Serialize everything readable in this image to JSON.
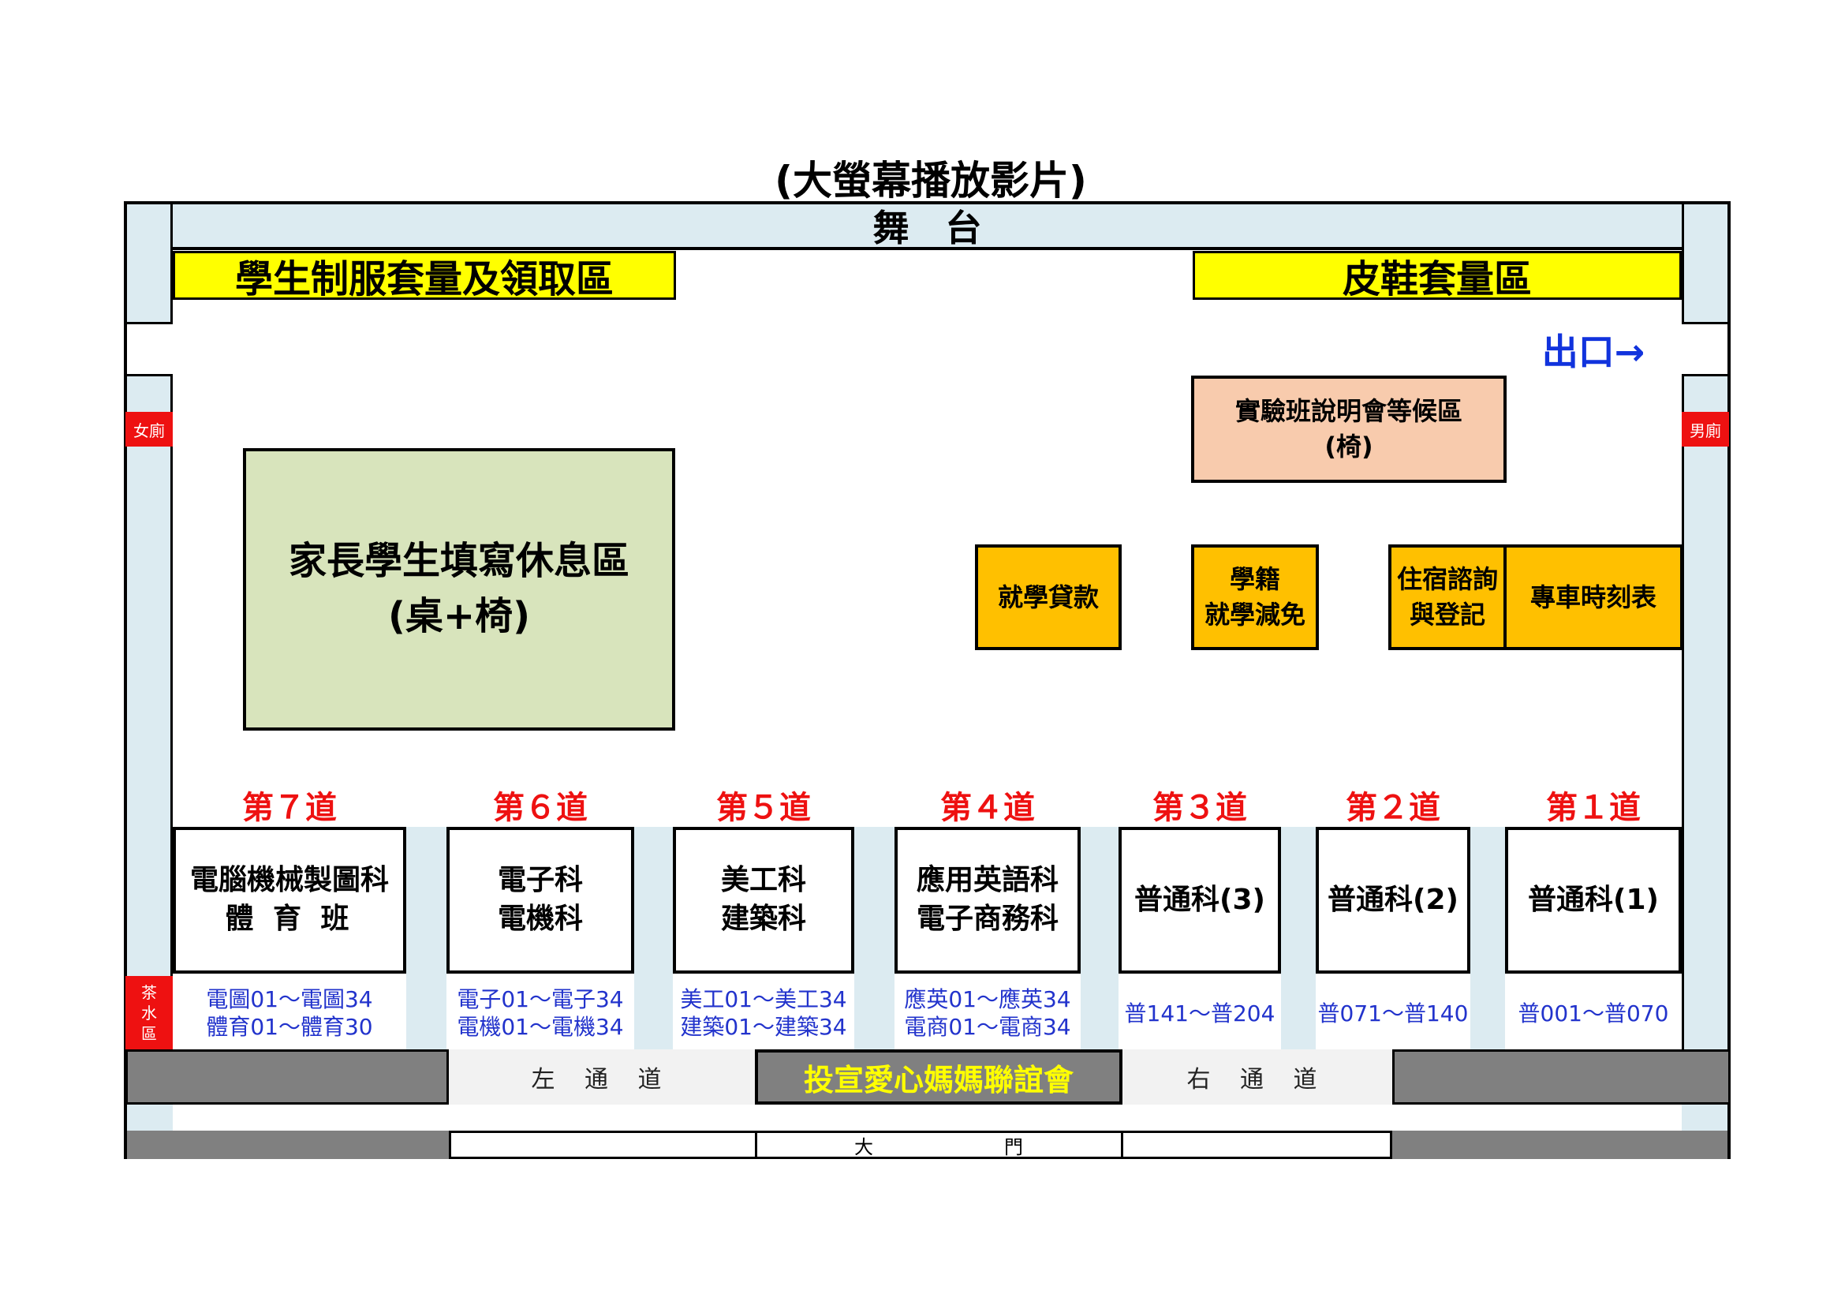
{
  "screen_title": "(大螢幕播放影片)",
  "stage": "舞　台",
  "uniform_area": "學生制服套量及領取區",
  "shoe_area": "皮鞋套量區",
  "exit": "出口→",
  "female_restroom": "女廁",
  "male_restroom": "男廁",
  "waiting_area": {
    "line1": "實驗班說明會等候區",
    "line2": "(椅)"
  },
  "rest_area": {
    "line1": "家長學生填寫休息區",
    "line2": "(桌+椅)"
  },
  "services": {
    "loan": "就學貸款",
    "status_line1": "學籍",
    "status_line2": "就學減免",
    "dorm_line1": "住宿諮詢",
    "dorm_line2": "與登記",
    "bus": "專車時刻表"
  },
  "lanes": [
    {
      "label": "第７道",
      "dept1": "電腦機械製圖科",
      "dept2": "體 育 班",
      "range1": "電圖01～電圖34",
      "range2": "體育01～體育30"
    },
    {
      "label": "第６道",
      "dept1": "電子科",
      "dept2": "電機科",
      "range1": "電子01～電子34",
      "range2": "電機01～電機34"
    },
    {
      "label": "第５道",
      "dept1": "美工科",
      "dept2": "建築科",
      "range1": "美工01～美工34",
      "range2": "建築01～建築34"
    },
    {
      "label": "第４道",
      "dept1": "應用英語科",
      "dept2": "電子商務科",
      "range1": "應英01～應英34",
      "range2": "電商01～電商34"
    },
    {
      "label": "第３道",
      "dept1": "普通科(3)",
      "dept2": "",
      "range1": "普141～普204",
      "range2": ""
    },
    {
      "label": "第２道",
      "dept1": "普通科(2)",
      "dept2": "",
      "range1": "普071～普140",
      "range2": ""
    },
    {
      "label": "第１道",
      "dept1": "普通科(1)",
      "dept2": "",
      "range1": "普001～普070",
      "range2": ""
    }
  ],
  "tea_area": {
    "c1": "茶",
    "c2": "水",
    "c3": "區"
  },
  "left_aisle": "左 通 道",
  "right_aisle": "右 通 道",
  "mothers_assoc": "投宣愛心媽媽聯誼會",
  "main_gate": {
    "c1": "大",
    "c2": "門"
  },
  "colors": {
    "yellow": "#ffff00",
    "orange": "#ffc000",
    "peach": "#f8cbad",
    "green": "#d8e4bc",
    "light_blue": "#dcebf1",
    "red": "#ee1111",
    "blue": "#2233cc",
    "gray": "#808080"
  }
}
